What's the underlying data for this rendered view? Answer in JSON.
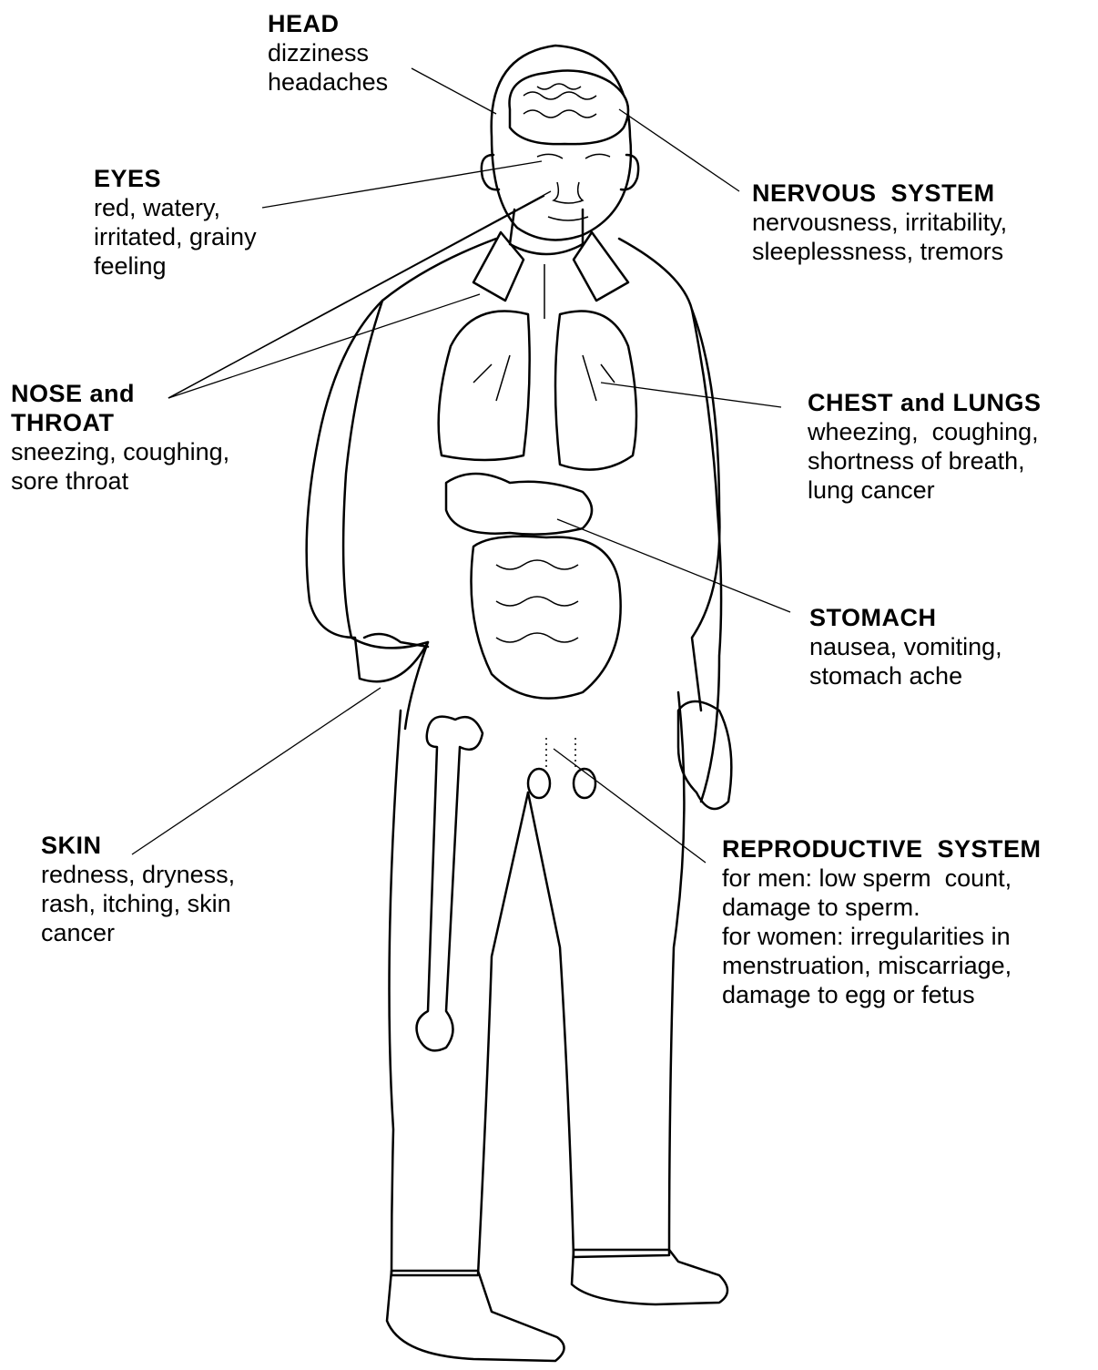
{
  "labels": {
    "head": {
      "title": "HEAD",
      "desc": "dizziness\nheadaches"
    },
    "eyes": {
      "title": "EYES",
      "desc": "red, watery,\nirritated, grainy\nfeeling"
    },
    "nose_throat": {
      "title": "NOSE and\nTHROAT",
      "desc": "sneezing, coughing,\nsore throat"
    },
    "skin": {
      "title": "SKIN",
      "desc": "redness, dryness,\nrash, itching, skin\ncancer"
    },
    "nervous": {
      "title": "NERVOUS  SYSTEM",
      "desc": "nervousness, irritability,\nsleeplessness, tremors"
    },
    "chest": {
      "title": "CHEST and LUNGS",
      "desc": "wheezing,  coughing,\nshortness of breath,\nlung cancer"
    },
    "stomach": {
      "title": "STOMACH",
      "desc": "nausea, vomiting,\nstomach ache"
    },
    "reproductive": {
      "title": "REPRODUCTIVE  SYSTEM",
      "desc": "for men: low sperm  count,\ndamage to sperm.\nfor women: irregularities in\nmenstruation, miscarriage,\ndamage to egg or fetus"
    }
  }
}
